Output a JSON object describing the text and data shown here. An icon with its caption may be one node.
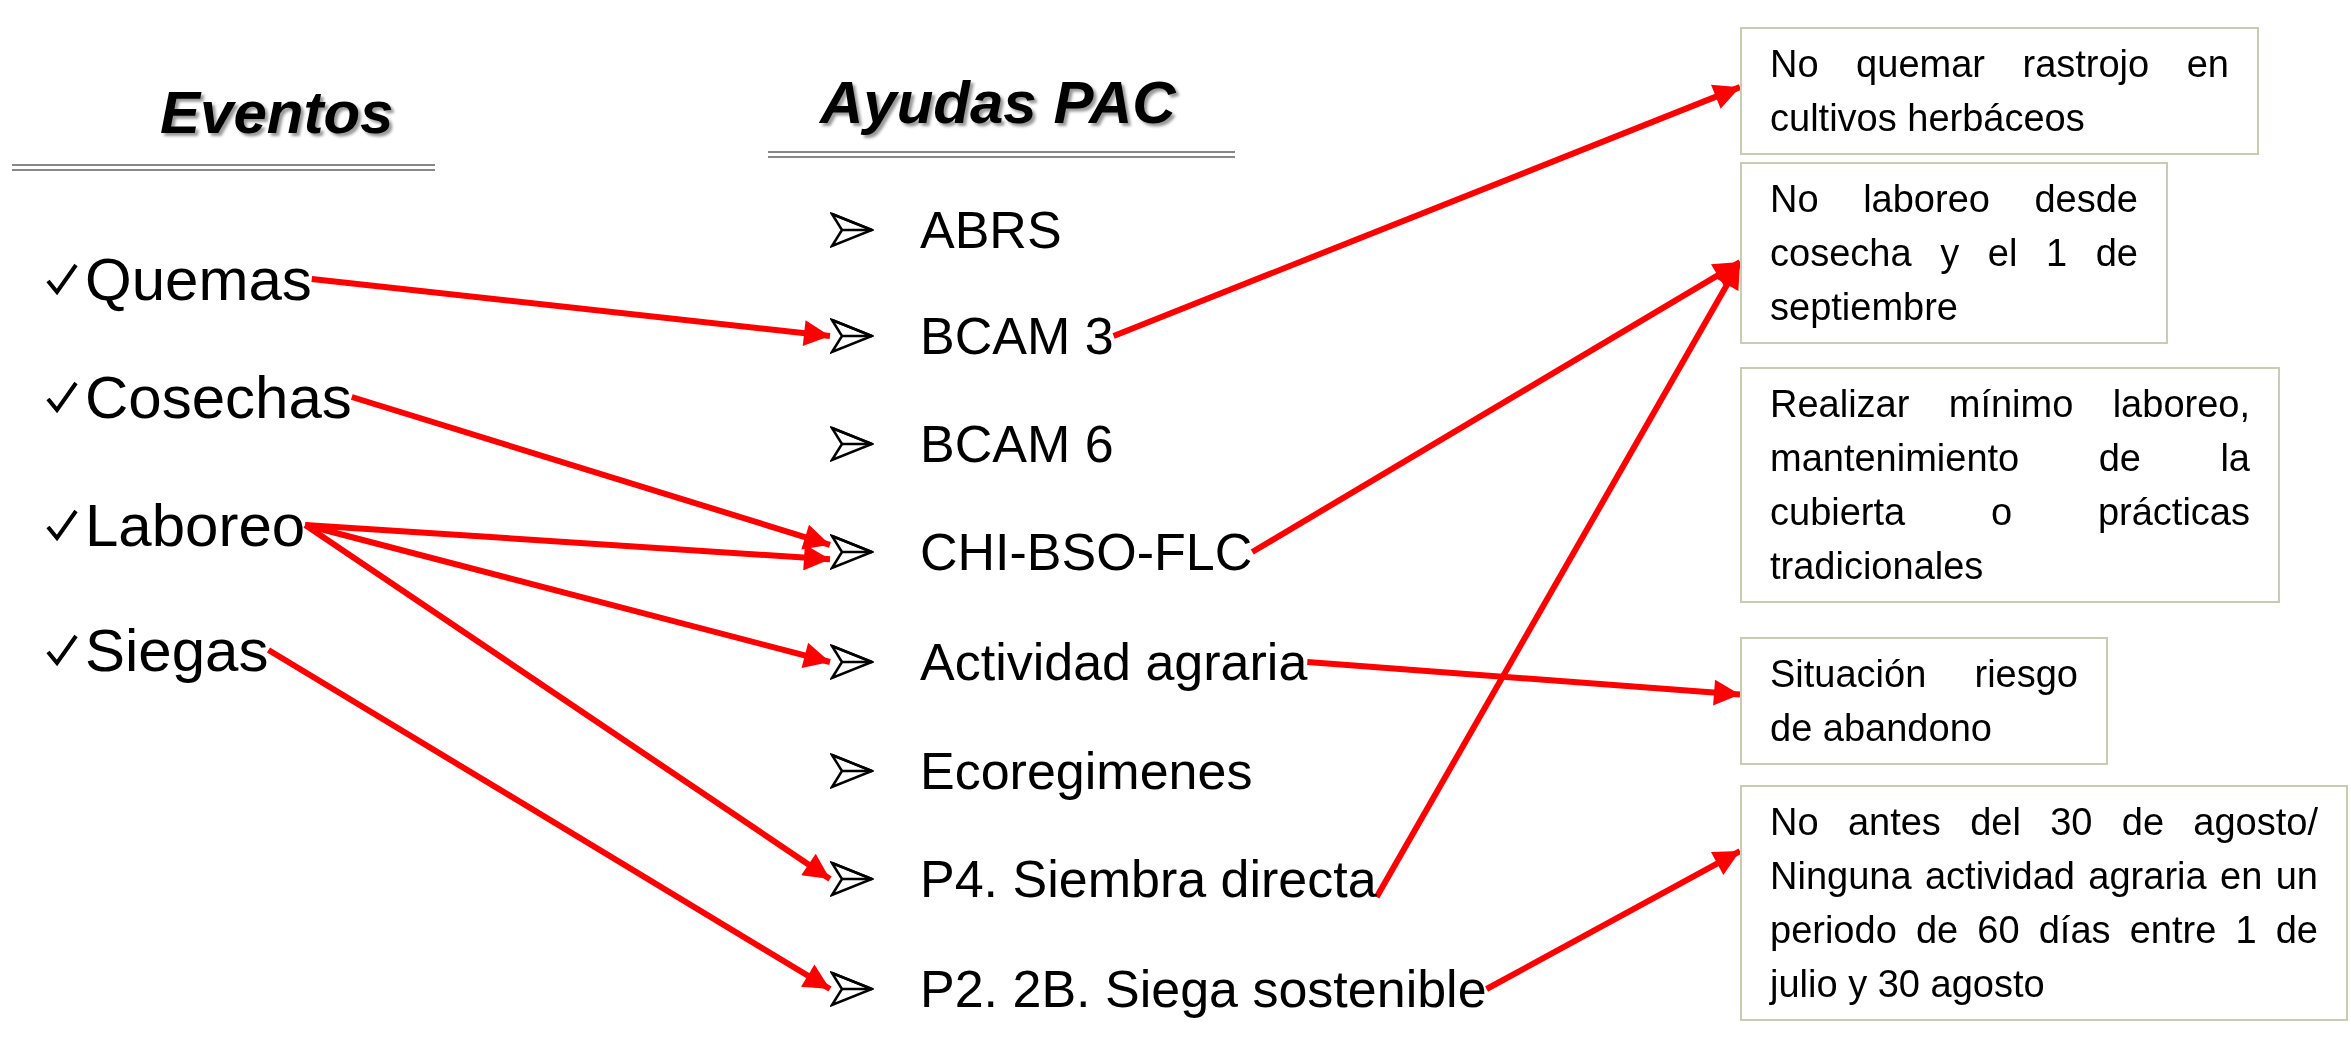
{
  "diagram": {
    "nodes": [
      {
        "text": [
          "Quemas"
        ]
      },
      {
        "text": [
          "Cosechas"
        ]
      },
      {
        "text": [
          "Laboreo"
        ]
      },
      {
        "text": [
          "Siegas"
        ]
      },
      {
        "text": [
          "ABRS"
        ]
      },
      {
        "text": [
          "BCAM 3"
        ]
      },
      {
        "text": [
          "BCAM 6"
        ]
      },
      {
        "text": [
          "CHI-BSO-FLC"
        ]
      },
      {
        "text": [
          "Actividad agraria"
        ]
      },
      {
        "text": [
          "Ecoregimenes"
        ]
      },
      {
        "text": [
          "P4. Siembra directa"
        ]
      },
      {
        "text": [
          "P2. 2B. Siega sostenible"
        ]
      },
      {
        "text": [
          "No quemar rastrojo en cultivos herbáceos"
        ]
      },
      {
        "text": [
          "No laboreo desde cosecha y el 1 de septiembre"
        ]
      },
      {
        "text": [
          "Realizar mínimo laboreo, mantenimiento de la cubierta o prácticas tradicionales"
        ]
      },
      {
        "text": [
          "Situación riesgo de abandono"
        ]
      },
      {
        "text": [
          "No antes del 30 de agosto/ Ninguna actividad agraria en un periodo de 60 días entre 1 de julio y 30 agosto"
        ]
      }
    ],
    "edges": [
      {
        "from": 0,
        "to": 5,
        "arrow": "to"
      },
      {
        "from": 1,
        "to": 7,
        "arrow": "to"
      },
      {
        "from": 2,
        "to": 7,
        "arrow": "to"
      },
      {
        "from": 2,
        "to": 8,
        "arrow": "to"
      },
      {
        "from": 2,
        "to": 10,
        "arrow": "to"
      },
      {
        "from": 3,
        "to": 11,
        "arrow": "to"
      },
      {
        "from": 5,
        "to": 12,
        "arrow": "to"
      },
      {
        "from": 7,
        "to": 13,
        "arrow": "to"
      },
      {
        "from": 8,
        "to": 15,
        "arrow": "to"
      },
      {
        "from": 10,
        "to": 13,
        "arrow": "to"
      },
      {
        "from": 11,
        "to": 16,
        "arrow": "to"
      }
    ],
    "labels": [
      "Eventos",
      "Ayudas PAC"
    ]
  }
}
